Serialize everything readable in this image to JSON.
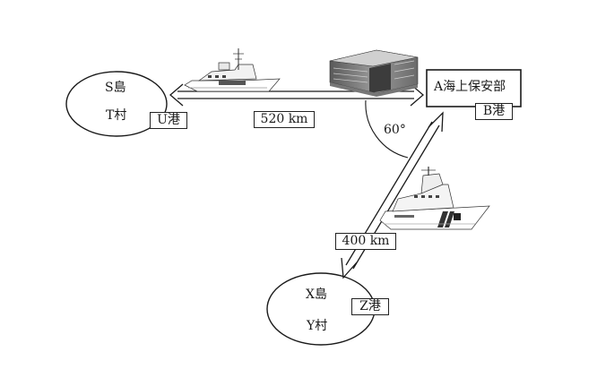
{
  "islands": {
    "s": {
      "island": "S島",
      "village": "T村",
      "port": "U港"
    },
    "x": {
      "island": "X島",
      "village": "Y村",
      "port": "Z港"
    }
  },
  "office": {
    "name": "A海上保安部",
    "port": "B港"
  },
  "routes": {
    "horizontal_distance": "520 km",
    "diagonal_distance": "400 km",
    "angle": "60°"
  },
  "colors": {
    "line": "#1a1a1a",
    "hull": "#ffffff",
    "ship_dark": "#444444"
  },
  "icons": [
    "patrol-ship-icon",
    "office-building-icon"
  ]
}
